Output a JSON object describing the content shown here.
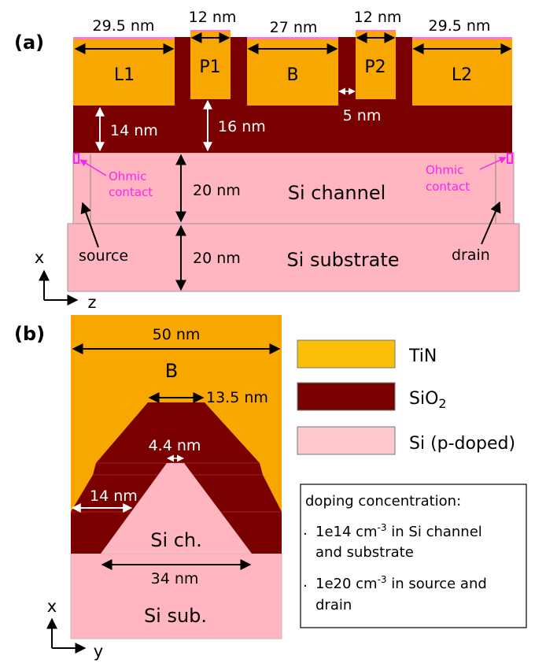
{
  "colors": {
    "tin": "#f8a600",
    "sio2": "#7a0000",
    "si": "#ffb6c1",
    "ohmic": "#ff22ee",
    "tin_legend": "#fbbf0a",
    "sio2_legend": "#7b0000",
    "si_legend": "#ffc8cf"
  },
  "panel_a": {
    "label": "(a)",
    "dims": {
      "l1_width": "29.5 nm",
      "p1_width": "12 nm",
      "b_width": "27 nm",
      "p2_width": "12 nm",
      "l2_width": "29.5 nm",
      "gap": "5 nm",
      "oxide_14": "14 nm",
      "oxide_16": "16 nm",
      "channel_20": "20 nm",
      "substrate_20": "20 nm"
    },
    "gates": {
      "l1": "L1",
      "p1": "P1",
      "b": "B",
      "p2": "P2",
      "l2": "L2"
    },
    "regions": {
      "channel": "Si channel",
      "substrate": "Si substrate"
    },
    "ohmic_left": [
      "Ohmic",
      "contact"
    ],
    "ohmic_right": [
      "Ohmic",
      "contact"
    ],
    "source": "source",
    "drain": "drain",
    "axes": {
      "x": "x",
      "z": "z"
    }
  },
  "panel_b": {
    "label": "(b)",
    "dims": {
      "width": "50 nm",
      "top": "13.5 nm",
      "tip": "4.4 nm",
      "side": "14 nm",
      "base": "34 nm"
    },
    "gate": "B",
    "regions": {
      "channel": "Si ch.",
      "substrate": "Si sub."
    },
    "axes": {
      "x": "x",
      "y": "y"
    }
  },
  "legend": {
    "tin": "TiN",
    "sio2_main": "SiO",
    "sio2_sub": "2",
    "si": "Si (p-doped)"
  },
  "doping": {
    "title": "doping concentration:",
    "item1_pre": "1e14 cm",
    "item1_sup": "-3",
    "item1_post": " in Si channel",
    "item1_line2": "and substrate",
    "item2_pre": "1e20 cm",
    "item2_sup": "-3",
    "item2_post": " in source and",
    "item2_line2": "drain",
    "bullet": "."
  }
}
